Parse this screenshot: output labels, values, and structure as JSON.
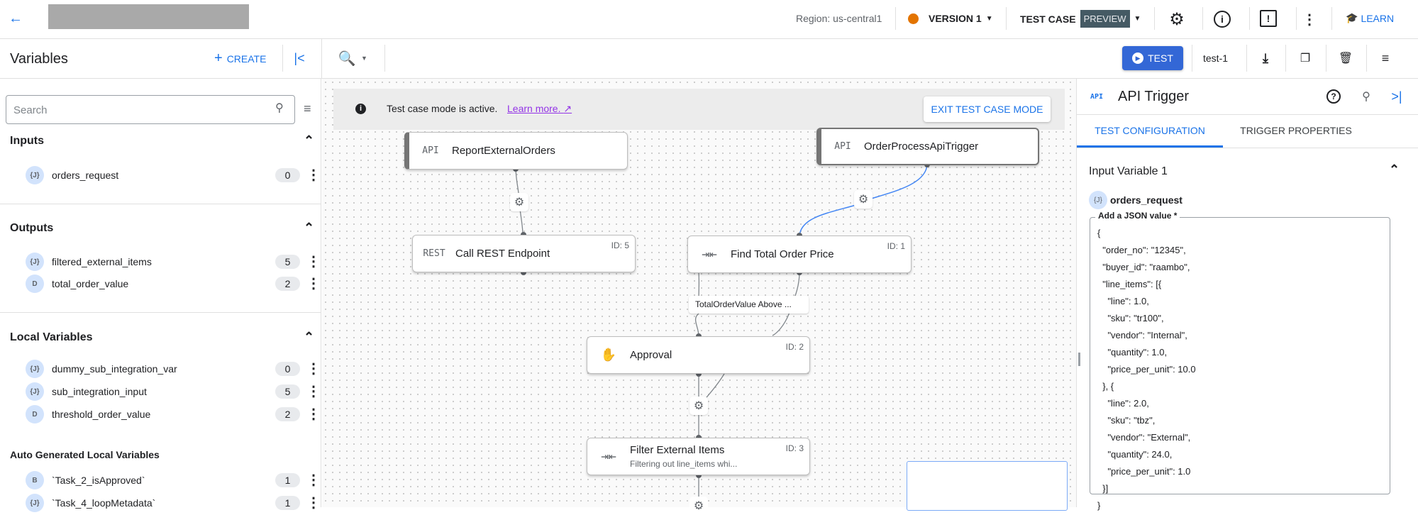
{
  "header": {
    "region": "Region: us-central1",
    "version": "VERSION 1",
    "version_color": "#e37400",
    "test_case": "TEST CASE",
    "preview_badge": "PREVIEW",
    "learn": "LEARN"
  },
  "toolbar": {
    "title": "Variables",
    "create": "CREATE",
    "test_button": "TEST",
    "test_name": "test-1"
  },
  "sidebar": {
    "search_placeholder": "Search",
    "sections": [
      {
        "title": "Inputs",
        "items": [
          {
            "type": "{J}",
            "name": "orders_request",
            "count": "0"
          }
        ]
      },
      {
        "title": "Outputs",
        "items": [
          {
            "type": "{J}",
            "name": "filtered_external_items",
            "count": "5"
          },
          {
            "type": "D",
            "name": "total_order_value",
            "count": "2"
          }
        ]
      },
      {
        "title": "Local Variables",
        "items": [
          {
            "type": "{J}",
            "name": "dummy_sub_integration_var",
            "count": "0"
          },
          {
            "type": "{J}",
            "name": "sub_integration_input",
            "count": "5"
          },
          {
            "type": "D",
            "name": "threshold_order_value",
            "count": "2"
          }
        ]
      },
      {
        "title": "Auto Generated Local Variables",
        "items": [
          {
            "type": "B",
            "name": "`Task_2_isApproved`",
            "count": "1"
          },
          {
            "type": "{J}",
            "name": "`Task_4_loopMetadata`",
            "count": "1"
          }
        ]
      }
    ]
  },
  "canvas": {
    "banner": {
      "text": "Test case mode is active.",
      "link": "Learn more.",
      "exit": "EXIT TEST CASE MODE"
    },
    "nodes": [
      {
        "icon": "API",
        "title": "ReportExternalOrders"
      },
      {
        "icon": "API",
        "title": "OrderProcessApiTrigger"
      },
      {
        "icon": "REST",
        "title": "Call REST Endpoint",
        "id": "ID: 5"
      },
      {
        "icon": "data-mapping",
        "title": "Find Total Order Price",
        "id": "ID: 1"
      },
      {
        "icon": "hand",
        "title": "Approval",
        "id": "ID: 2"
      },
      {
        "icon": "data-mapping",
        "title": "Filter External Items",
        "subtitle": "Filtering out line_items whi...",
        "id": "ID: 3"
      }
    ],
    "edge_label": "TotalOrderValue Above ..."
  },
  "panel": {
    "icon": "API",
    "title": "API Trigger",
    "tabs": [
      "TEST CONFIGURATION",
      "TRIGGER PROPERTIES"
    ],
    "section": "Input Variable 1",
    "var_type": "{J}",
    "var_name": "orders_request",
    "json_label": "Add a JSON value *",
    "json_value": "{\n  \"order_no\": \"12345\",\n  \"buyer_id\": \"raambo\",\n  \"line_items\": [{\n    \"line\": 1.0,\n    \"sku\": \"tr100\",\n    \"vendor\": \"Internal\",\n    \"quantity\": 1.0,\n    \"price_per_unit\": 10.0\n  }, {\n    \"line\": 2.0,\n    \"sku\": \"tbz\",\n    \"vendor\": \"External\",\n    \"quantity\": 24.0,\n    \"price_per_unit\": 1.0\n  }]\n}"
  },
  "colors": {
    "accent": "#1a73e8",
    "link": "#9334e6",
    "preview_badge": "#455a64"
  }
}
